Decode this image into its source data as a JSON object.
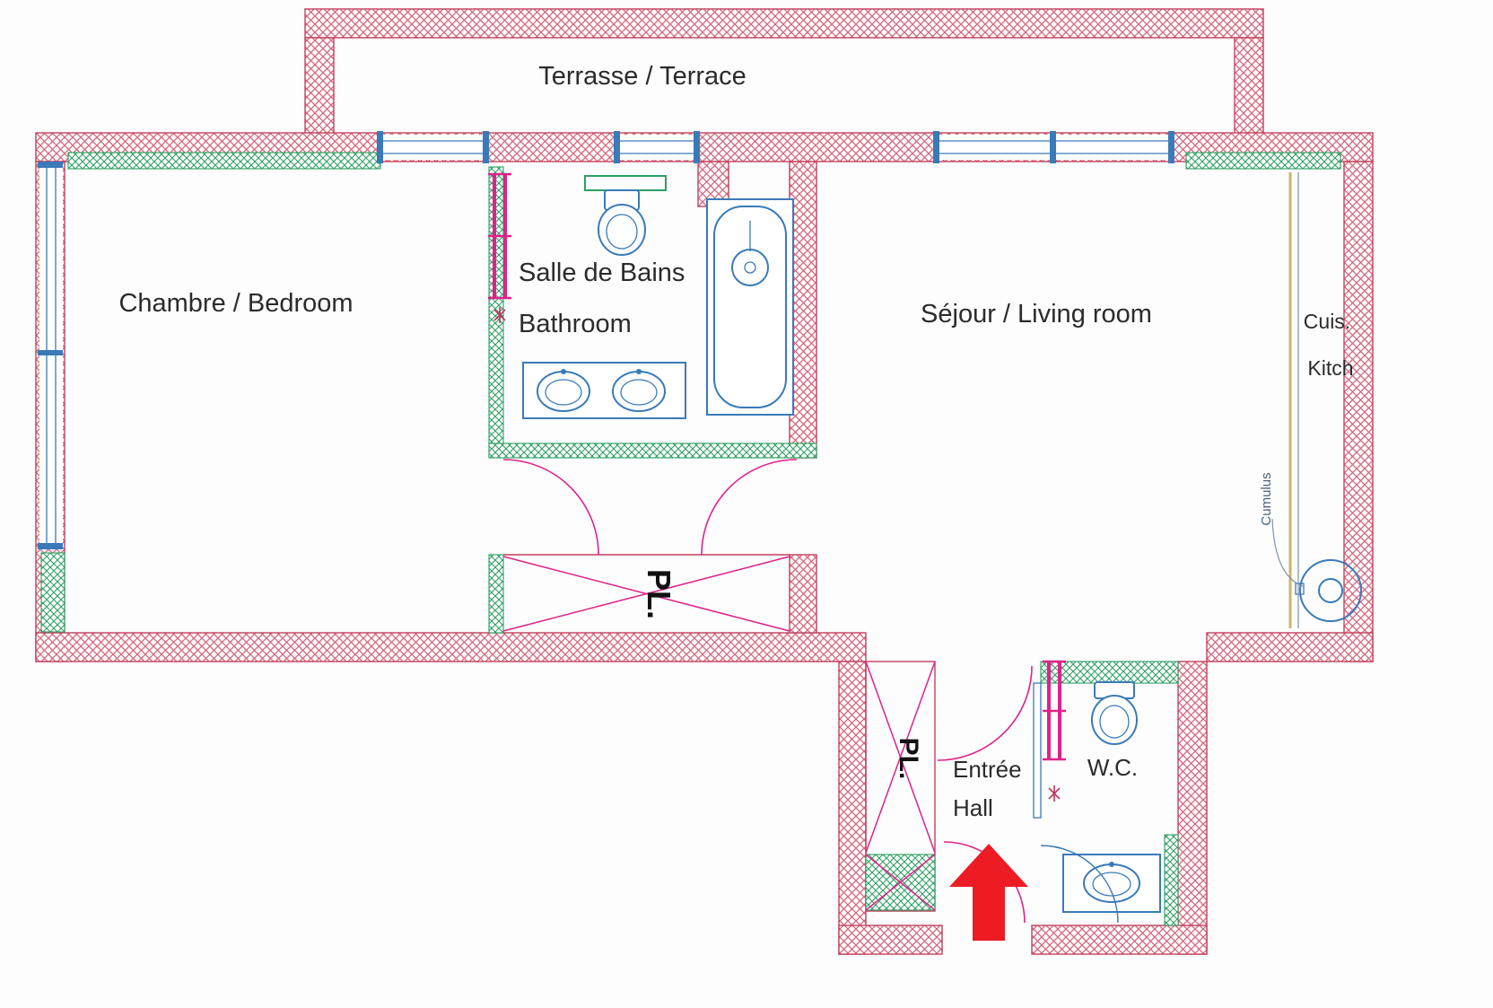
{
  "plan": {
    "labels": {
      "terrace": "Terrasse / Terrace",
      "bedroom": "Chambre / Bedroom",
      "bathroom_line1": "Salle de Bains",
      "bathroom_line2": "Bathroom",
      "living_room": "Séjour / Living room",
      "kitchen_line1": "Cuis.",
      "kitchen_line2": "Kitch",
      "closet_main": "PL.",
      "closet_hall": "PL.",
      "entry_line1": "Entrée",
      "entry_line2": "Hall",
      "wc": "W.C.",
      "water_heater": "Cumulus"
    },
    "colors": {
      "wall_hatch": "#d4647a",
      "wall_stroke": "#c2405c",
      "partition_green": "#2f9e63",
      "fixture_blue": "#3a7ab8",
      "door_magenta": "#e0218a",
      "entry_arrow": "#ed1c24",
      "kitchen_line": "#c9b86a",
      "text": "#2b2b2b"
    }
  }
}
